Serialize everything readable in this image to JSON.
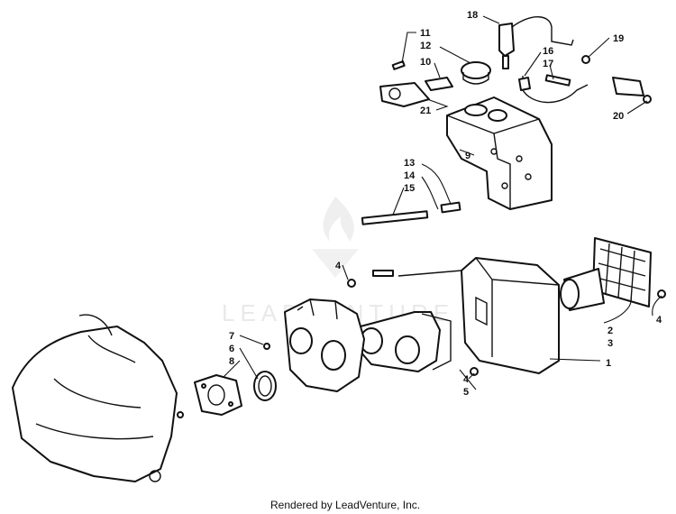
{
  "callouts": [
    {
      "id": "18",
      "label": "18"
    },
    {
      "id": "11",
      "label": "11"
    },
    {
      "id": "12",
      "label": "12"
    },
    {
      "id": "10",
      "label": "10"
    },
    {
      "id": "16",
      "label": "16"
    },
    {
      "id": "17",
      "label": "17"
    },
    {
      "id": "19",
      "label": "19"
    },
    {
      "id": "21",
      "label": "21"
    },
    {
      "id": "20",
      "label": "20"
    },
    {
      "id": "9",
      "label": "9"
    },
    {
      "id": "13",
      "label": "13"
    },
    {
      "id": "14",
      "label": "14"
    },
    {
      "id": "15",
      "label": "15"
    },
    {
      "id": "4a",
      "label": "4"
    },
    {
      "id": "4b",
      "label": "4"
    },
    {
      "id": "2",
      "label": "2"
    },
    {
      "id": "3",
      "label": "3"
    },
    {
      "id": "7",
      "label": "7"
    },
    {
      "id": "6",
      "label": "6"
    },
    {
      "id": "8",
      "label": "8"
    },
    {
      "id": "4c",
      "label": "4"
    },
    {
      "id": "5",
      "label": "5"
    },
    {
      "id": "1",
      "label": "1"
    }
  ],
  "watermark": {
    "text": "LEADVENTURE"
  },
  "footer": {
    "credit": "Rendered by LeadVenture, Inc."
  }
}
